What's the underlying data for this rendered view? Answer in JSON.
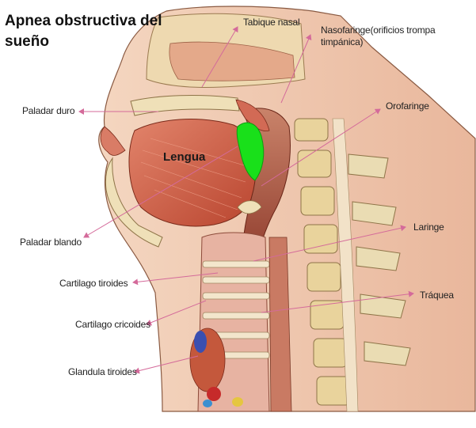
{
  "title": "Apnea obstructiva del sueño",
  "structures": {
    "tongue": "Lengua"
  },
  "labels": {
    "tabique_nasal": "Tabique nasal",
    "nasofaringe": "Nasofaringe(orificios trompa timpánica)",
    "orofaringe": "Orofaringe",
    "paladar_duro": "Paladar duro",
    "paladar_blando": "Paladar blando",
    "laringe": "Laringe",
    "cartilago_tiroides": "Cartilago tiroides",
    "traquea": "Tráquea",
    "cartilago_cricoides": "Cartilago cricoides",
    "glandula_tiroides": "Glandula tiroides"
  },
  "colors": {
    "leader_line": "#d46a9a",
    "obstruction": "#19e01a",
    "muscle": "#d9684f",
    "bone": "#e7d3a0",
    "skin": "#f2cfb8"
  }
}
